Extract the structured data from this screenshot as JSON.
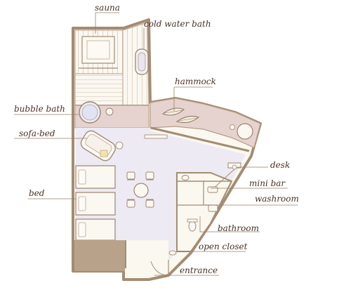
{
  "labels": {
    "sauna": "sauna",
    "cold_water_bath": "cold water bath",
    "hammock": "hammock",
    "bubble_bath": "bubble bath",
    "sofa_bed": "sofa-bed",
    "desk": "desk",
    "mini_bar": "mini bar",
    "washroom": "washroom",
    "bed": "bed",
    "bathroom": "bathroom",
    "open_closet": "open closet",
    "entrance": "entrance"
  },
  "colors": {
    "wall": "#b8a28a",
    "wall_line": "#a48c72",
    "floor_tile": "#eeeaf3",
    "deck": "#e6d3cf",
    "wood": "#fbf8f2",
    "wood_line": "#cbb9a5",
    "wood_floor": "#fbf8f0",
    "leader": "#9a7e66",
    "text": "#4a3224"
  }
}
